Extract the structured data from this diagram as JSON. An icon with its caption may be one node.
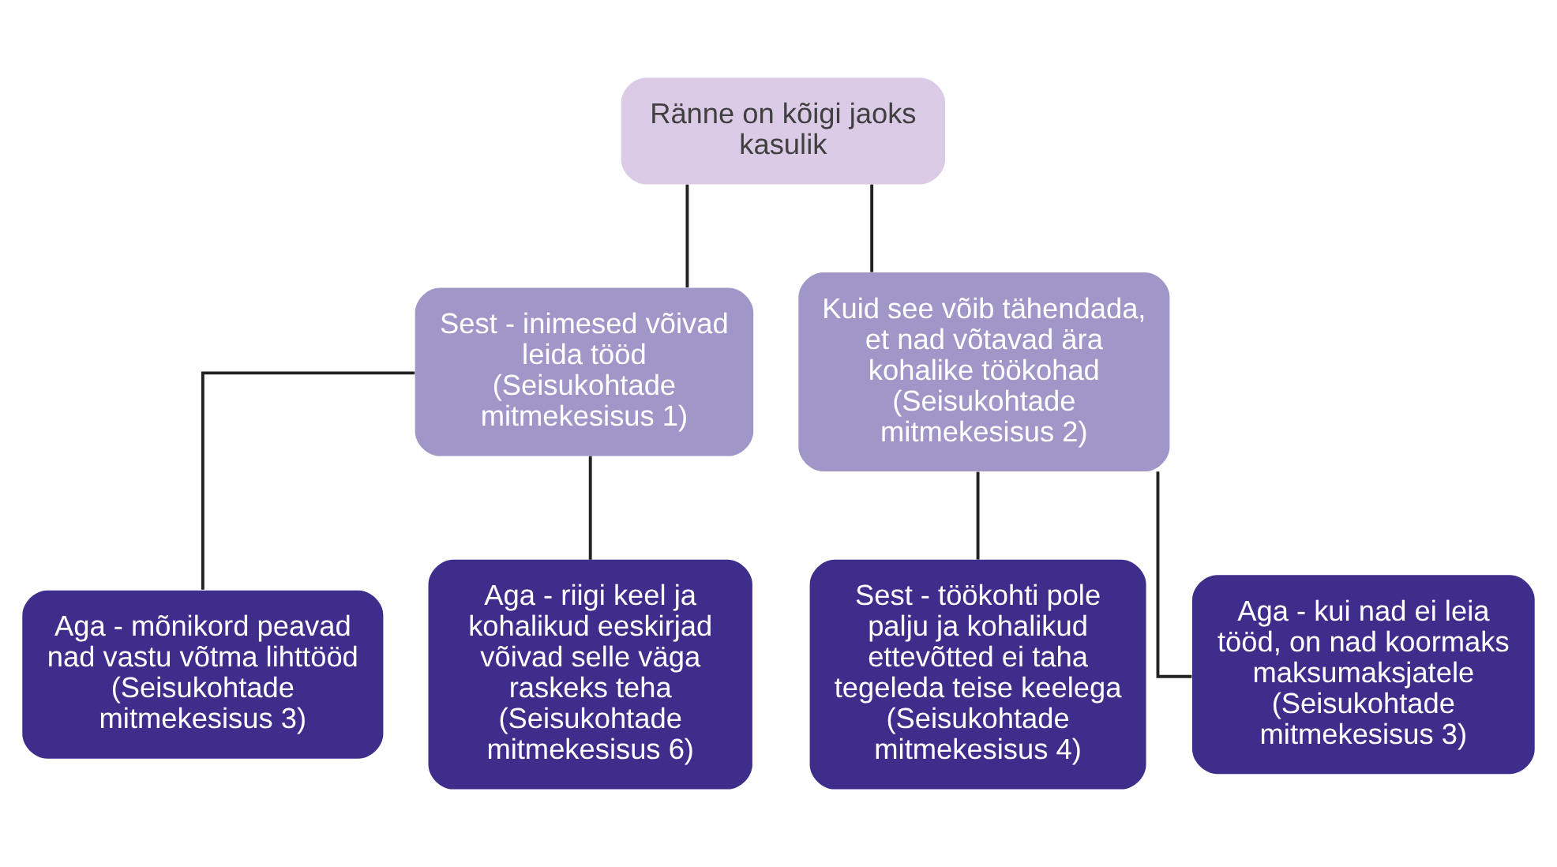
{
  "diagram": {
    "nodes": [
      {
        "text": [
          "Ränne on kõigi jaoks kasulik"
        ]
      },
      {
        "text": [
          "Sest - inimesed võivad leida tööd",
          "(Seisukohtade mitmekesisus 1)"
        ]
      },
      {
        "text": [
          "Kuid see võib tähendada, et nad võtavad ära kohalike töökohad",
          "(Seisukohtade mitmekesisus 2)"
        ]
      },
      {
        "text": [
          "Aga - mõnikord peavad nad vastu võtma lihttööd",
          "(Seisukohtade mitmekesisus 3)"
        ]
      },
      {
        "text": [
          "Aga - riigi keel ja kohalikud eeskirjad võivad selle väga raskeks teha",
          "(Seisukohtade mitmekesisus 6)"
        ]
      },
      {
        "text": [
          "Sest - töökohti pole palju ja kohalikud ettevõtted ei taha tegeleda teise keelega (Seisukohtade mitmekesisus 4)"
        ]
      },
      {
        "text": [
          "Aga - kui nad ei leia tööd, on nad koormaks maksumaksjatele",
          "(Seisukohtade mitmekesisus 3)"
        ]
      }
    ],
    "edges": [
      {
        "from": 0,
        "to": 1,
        "arrow": "none"
      },
      {
        "from": 0,
        "to": 2,
        "arrow": "none"
      },
      {
        "from": 1,
        "to": 3,
        "arrow": "none"
      },
      {
        "from": 1,
        "to": 4,
        "arrow": "none"
      },
      {
        "from": 2,
        "to": 5,
        "arrow": "none"
      },
      {
        "from": 2,
        "to": 6,
        "arrow": "none"
      }
    ]
  }
}
